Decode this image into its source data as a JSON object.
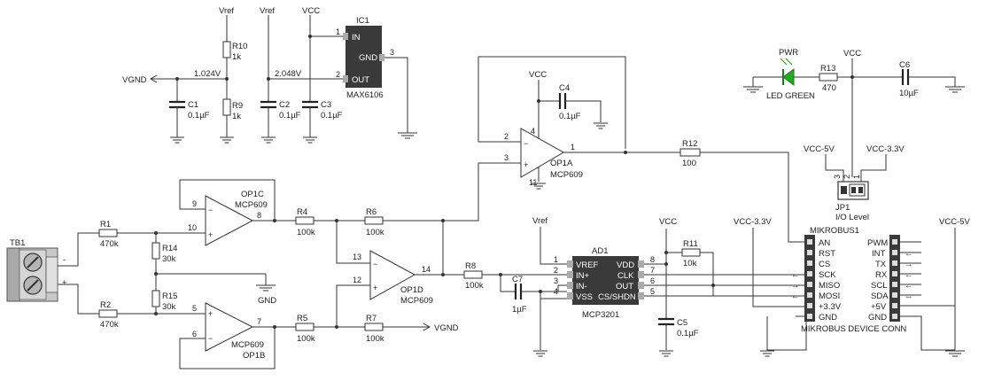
{
  "nets": {
    "vref": "Vref",
    "vcc": "VCC",
    "vgnd": "VGND",
    "gnd": "GND",
    "v1024": "1.024V",
    "v2048": "2.048V",
    "vcc33": "VCC-3.3V",
    "vcc5": "VCC-5V"
  },
  "resistors": {
    "r10": {
      "ref": "R10",
      "value": "1k"
    },
    "r9": {
      "ref": "R9",
      "value": "1k"
    },
    "r1": {
      "ref": "R1",
      "value": "470k"
    },
    "r2": {
      "ref": "R2",
      "value": "470k"
    },
    "r14": {
      "ref": "R14",
      "value": "30k"
    },
    "r15": {
      "ref": "R15",
      "value": "30k"
    },
    "r4": {
      "ref": "R4",
      "value": "100k"
    },
    "r6": {
      "ref": "R6",
      "value": "100k"
    },
    "r5": {
      "ref": "R5",
      "value": "100k"
    },
    "r7": {
      "ref": "R7",
      "value": "100k"
    },
    "r8": {
      "ref": "R8",
      "value": "100k"
    },
    "r12": {
      "ref": "R12",
      "value": "100"
    },
    "r11": {
      "ref": "R11",
      "value": "10k"
    },
    "r13": {
      "ref": "R13",
      "value": "470"
    }
  },
  "capacitors": {
    "c1": {
      "ref": "C1",
      "value": "0.1µF"
    },
    "c2": {
      "ref": "C2",
      "value": "0.1µF"
    },
    "c3": {
      "ref": "C3",
      "value": "0.1µF"
    },
    "c4": {
      "ref": "C4",
      "value": "0.1µF"
    },
    "c5": {
      "ref": "C5",
      "value": "0.1µF"
    },
    "c6": {
      "ref": "C6",
      "value": "10µF"
    },
    "c7": {
      "ref": "C7",
      "value": "1µF"
    }
  },
  "ic1": {
    "ref": "IC1",
    "part": "MAX6106",
    "pin_in": "IN",
    "pin_gnd": "GND",
    "pin_out": "OUT",
    "num_in": "1",
    "num_gnd": "3",
    "num_out": "2"
  },
  "opamps": {
    "op1a": {
      "ref": "OP1A",
      "part": "MCP609",
      "pin_inv": "2",
      "pin_non": "3",
      "pin_out": "1",
      "pin_vdd": "4",
      "pin_vss": "11"
    },
    "op1b": {
      "ref": "OP1B",
      "part": "MCP609",
      "pin_non": "5",
      "pin_inv": "6",
      "pin_out": "7"
    },
    "op1c": {
      "ref": "OP1C",
      "part": "MCP609",
      "pin_inv": "9",
      "pin_non": "10",
      "pin_out": "8"
    },
    "op1d": {
      "ref": "OP1D",
      "part": "MCP609",
      "pin_inv": "13",
      "pin_non": "12",
      "pin_out": "14"
    }
  },
  "ad1": {
    "ref": "AD1",
    "part": "MCP3201",
    "left_pins": [
      "VREF",
      "IN+",
      "IN-",
      "VSS"
    ],
    "left_nums": [
      "1",
      "2",
      "3",
      "4"
    ],
    "right_pins": [
      "VDD",
      "CLK",
      "OUT",
      "CS/SHDN"
    ],
    "right_nums": [
      "8",
      "7",
      "6",
      "5"
    ]
  },
  "tb1": {
    "ref": "TB1",
    "minus": "-",
    "plus": "+"
  },
  "led": {
    "ref": "PWR",
    "label": "LED GREEN"
  },
  "jp1": {
    "ref": "JP1",
    "label": "I/O Level",
    "pins": [
      "3",
      "2",
      "1"
    ]
  },
  "mikrobus": {
    "ref": "MIKROBUS1",
    "footer": "MIKROBUS DEVICE CONN",
    "left": [
      "AN",
      "RST",
      "CS",
      "SCK",
      "MISO",
      "MOSI",
      "+3.3V",
      "GND"
    ],
    "right": [
      "PWM",
      "INT",
      "TX",
      "RX",
      "SCL",
      "SDA",
      "+5V",
      "GND"
    ],
    "left_arrows": [
      "",
      "",
      "",
      "←",
      "→",
      "←",
      "",
      ""
    ],
    "right_arrows": [
      "",
      "←",
      "→",
      "←",
      "←",
      "↔",
      "",
      ""
    ]
  }
}
